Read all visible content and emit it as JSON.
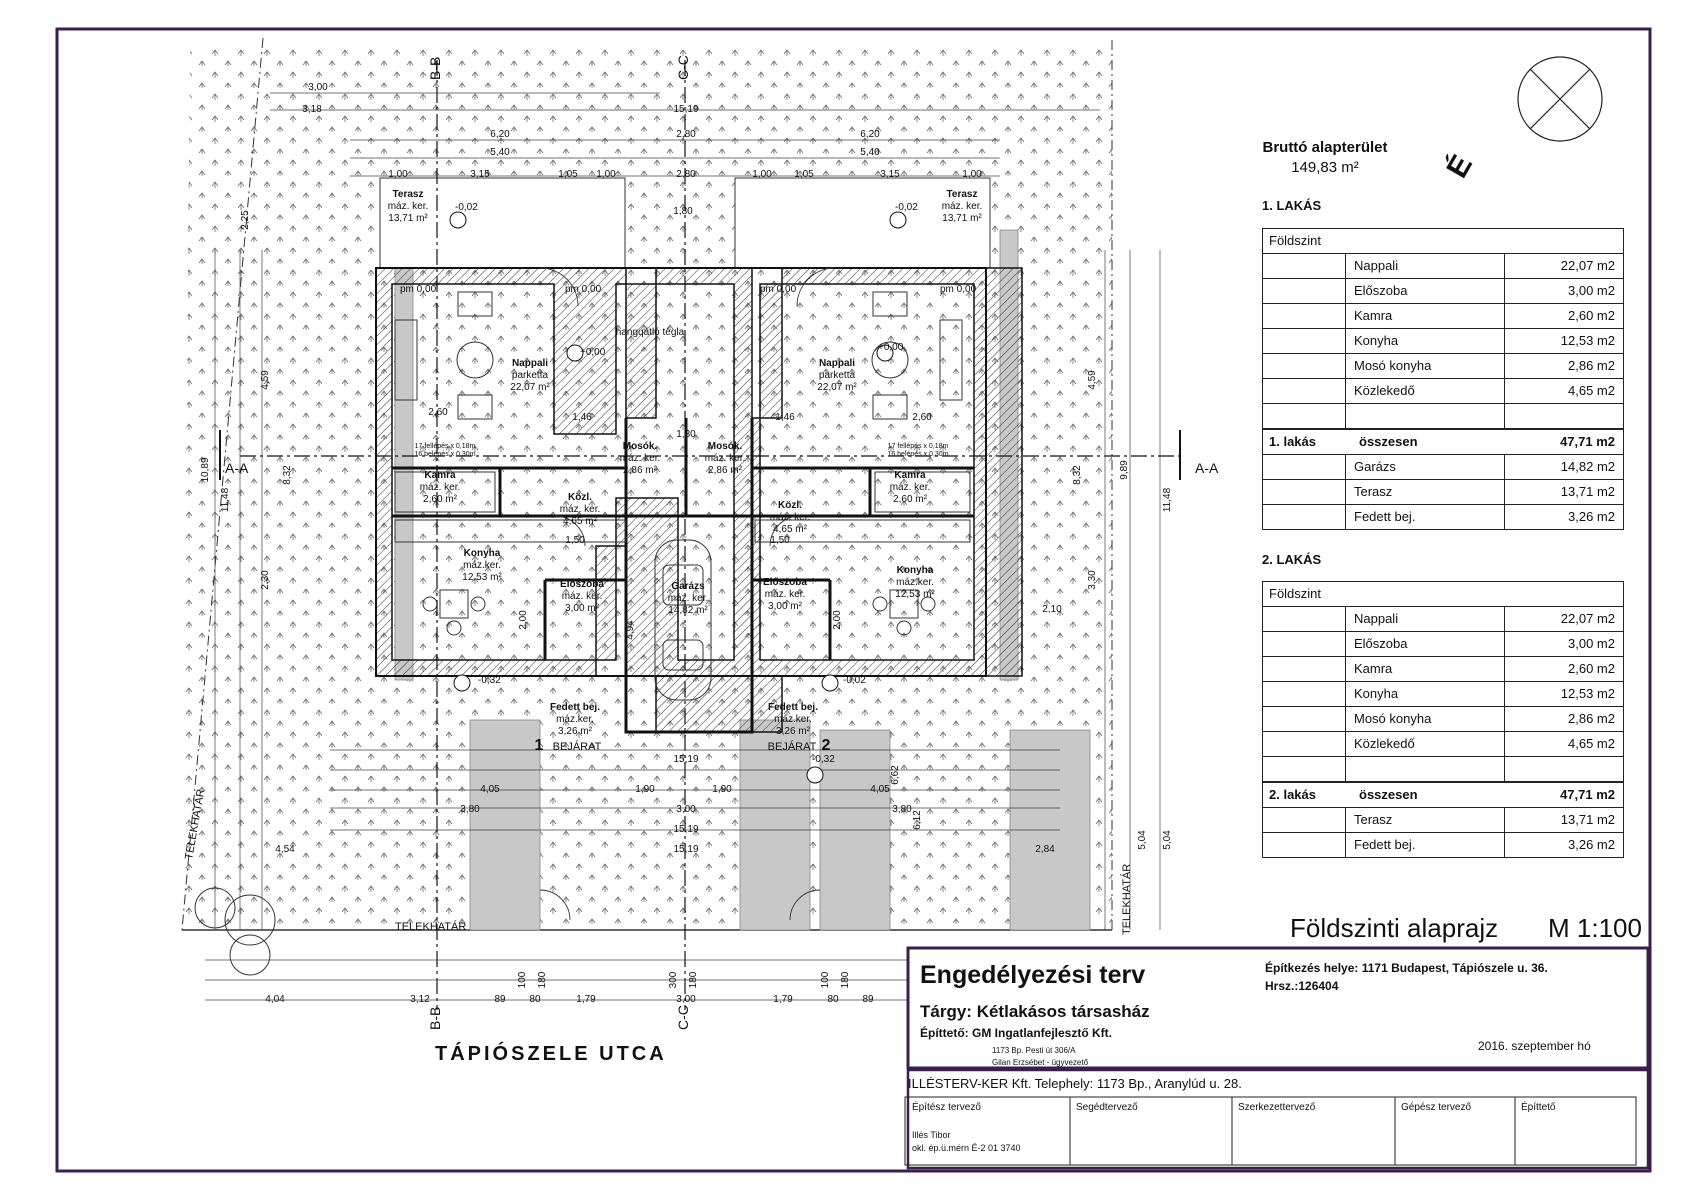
{
  "gross_area": {
    "title": "Bruttó alapterület",
    "value": "149,83 m²"
  },
  "apartments": [
    {
      "header": "1. LAKÁS",
      "level": "Földszint",
      "rooms": [
        {
          "name": "Nappali",
          "area": "22,07 m2"
        },
        {
          "name": "Előszoba",
          "area": "3,00 m2"
        },
        {
          "name": "Kamra",
          "area": "2,60 m2"
        },
        {
          "name": "Konyha",
          "area": "12,53 m2"
        },
        {
          "name": "Mosó konyha",
          "area": "2,86 m2"
        },
        {
          "name": "Közlekedő",
          "area": "4,65 m2"
        }
      ],
      "total_label_a": "1. lakás",
      "total_label_b": "összesen",
      "total_value": "47,71 m2",
      "extras": [
        {
          "name": "Garázs",
          "area": "14,82 m2"
        },
        {
          "name": "Terasz",
          "area": "13,71 m2"
        },
        {
          "name": "Fedett bej.",
          "area": "3,26 m2"
        }
      ]
    },
    {
      "header": "2. LAKÁS",
      "level": "Földszint",
      "rooms": [
        {
          "name": "Nappali",
          "area": "22,07 m2"
        },
        {
          "name": "Előszoba",
          "area": "3,00 m2"
        },
        {
          "name": "Kamra",
          "area": "2,60 m2"
        },
        {
          "name": "Konyha",
          "area": "12,53 m2"
        },
        {
          "name": "Mosó konyha",
          "area": "2,86 m2"
        },
        {
          "name": "Közlekedő",
          "area": "4,65 m2"
        }
      ],
      "total_label_a": "2. lakás",
      "total_label_b": "összesen",
      "total_value": "47,71 m2",
      "extras": [
        {
          "name": "Terasz",
          "area": "13,71 m2"
        },
        {
          "name": "Fedett bej.",
          "area": "3,26 m2"
        }
      ]
    }
  ],
  "plan_title": "Földszinti alaprajz",
  "scale": "M 1:100",
  "north_label": "É",
  "title_block": {
    "type": "Engedélyezési terv",
    "site_label": "Építkezés helye:",
    "site_value": "1171 Budapest, Tápiószele u. 36.",
    "hrsz_label": "Hrsz.:",
    "hrsz_value": "126404",
    "subject_label": "Tárgy:",
    "subject_value": "Kétlakásos társasház",
    "client_label": "Építtető:",
    "client_value": "GM Ingatlanfejlesztő Kft.",
    "client_address": "1173 Bp. Pesti út 306/A",
    "client_contact": "Gilan Erzsébet - ügyvezető",
    "date": "2016. szeptember hó",
    "office": "ILLÉSTERV-KER Kft.  Telephely: 1173 Bp., Aranylúd u. 28.",
    "roles": [
      "Építész tervező",
      "Segédtervező",
      "Szerkezettervező",
      "Gépész tervező",
      "Építtető"
    ],
    "architect_name": "Illés Tibor",
    "architect_license": "okl. ép.ü.mérn  É-2 01 3740"
  },
  "plan": {
    "street": "TÁPIÓSZELE  UTCA",
    "boundary": "TELEKHATÁR",
    "section_labels": [
      "A-A",
      "B-B",
      "C-C"
    ],
    "rooms": [
      {
        "name": "Terasz",
        "sub": "máz. ker.",
        "area": "13,71 m²"
      },
      {
        "name": "Terasz",
        "sub": "máz. ker.",
        "area": "13,71 m²"
      },
      {
        "name": "Nappali",
        "sub": "parketta",
        "area": "22,07 m²"
      },
      {
        "name": "Nappali",
        "sub": "parketta",
        "area": "22,07 m²"
      },
      {
        "name": "Mosók.",
        "sub": "máz. ker.",
        "area": "2,86 m²"
      },
      {
        "name": "Mosók.",
        "sub": "máz. ker.",
        "area": "2,86 m²"
      },
      {
        "name": "Kamra",
        "sub": "máz. ker.",
        "area": "2,60 m²"
      },
      {
        "name": "Kamra",
        "sub": "máz. ker.",
        "area": "2,60 m²"
      },
      {
        "name": "Közl.",
        "sub": "máz. ker.",
        "area": "4,65 m²"
      },
      {
        "name": "Közl.",
        "sub": "máz. ker.",
        "area": "4,65 m²"
      },
      {
        "name": "Konyha",
        "sub": "máz.ker.",
        "area": "12,53 m²"
      },
      {
        "name": "Konyha",
        "sub": "máz.ker.",
        "area": "12,53 m²"
      },
      {
        "name": "Előszoba",
        "sub": "máz. ker.",
        "area": "3,00 m²"
      },
      {
        "name": "Előszoba",
        "sub": "máz. ker.",
        "area": "3,00 m²"
      },
      {
        "name": "Garázs",
        "sub": "máz. ker.",
        "area": "14,82 m²"
      },
      {
        "name": "Fedett bej.",
        "sub": "máz.ker.",
        "area": "3,26 m²"
      },
      {
        "name": "Fedett bej.",
        "sub": "máz.ker.",
        "area": "3,26 m²"
      }
    ],
    "entrance": "BEJÁRAT",
    "entrance_numbers": [
      "1",
      "2"
    ],
    "wall_note": "hangqátló tégla",
    "stair_note_a": "17 fellépés x 0,18m",
    "stair_note_b": "16 belépés x 0,30m",
    "levels": [
      "pm 0,00",
      "pm 0,00",
      "pm 0,00",
      "pm 0,00",
      "+0,00",
      "+0,00",
      "-0,02",
      "-0,02",
      "-0,32",
      "-0,02",
      "-0,32"
    ],
    "dims_top": [
      "3,00",
      "3,18",
      "15,19",
      "6,20",
      "2,80",
      "6,20",
      "5,40",
      "5,40",
      "1,00",
      "3,15",
      "1,05",
      "1,00",
      "2,80",
      "1,00",
      "1,05",
      "3,15",
      "1,00",
      "1,80",
      "1,80"
    ],
    "dims_bottom": [
      "15,19",
      "4,05",
      "4,05",
      "1,90",
      "1,90",
      "3,80",
      "3,00",
      "3,80",
      "15,19",
      "15,19",
      "4,54",
      "2,84",
      "4,04",
      "3,12",
      "89",
      "80",
      "1,79",
      "3,00",
      "1,79",
      "80",
      "89",
      "100",
      "180",
      "300",
      "180",
      "100",
      "180"
    ],
    "dims_side": [
      "10,89",
      "11,48",
      "11,48",
      "9,89",
      "5,04",
      "5,04",
      "4,59",
      "4,59",
      "8,32",
      "8,32",
      "4,94",
      "6,62",
      "6,12",
      "2,25",
      "2,10",
      "2,60",
      "2,60",
      "1,46",
      "1,46",
      "1,50",
      "1,50",
      "2,00",
      "2,00",
      "2,30",
      "3,30"
    ]
  }
}
